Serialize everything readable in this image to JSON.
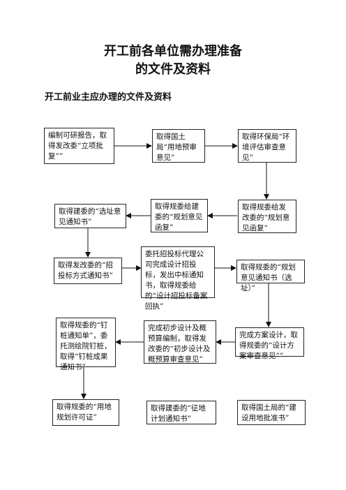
{
  "title_line1": "开工前各单位需办理准备",
  "title_line2": "的文件及资料",
  "subtitle": "开工前业主应办理的文件及资料",
  "boxes": {
    "b1": "编制可研报告，取得发改委“立项批复””",
    "b2": "取得国土局“用地预审意见”",
    "b3": "取得环保局“环境评估审查意见”",
    "b4": "取得规委给发改委的“规划意见函复”",
    "b5": "取得规委给建委的“规划意见函复”",
    "b6": "取得建委的“选址意见通知书”",
    "b7": "取得发改委的“招投标方式通知书”",
    "b8": "委托招投标代理公司完成设计招投标，发出中标通知书，取得规委给的“设计招投标备案回执”",
    "b9": "取得规委的“规划意见通知书（选址）”",
    "b10": "完成方案设计，取得规委的“设计方案审查意见””",
    "b11": "完成初步设计及概预算编制，取得发改委的“初步设计及概预算审查意见”",
    "b12": "取得规委的“钉桩通知单”，委托测绘院钉桩，取得“钉桩成果通知书”",
    "b13": "取得规委的“用地规划许可证”",
    "b14": "取得建委的“征地计划通知书”",
    "b15": "取得国土局的“建设用地批准书”"
  }
}
